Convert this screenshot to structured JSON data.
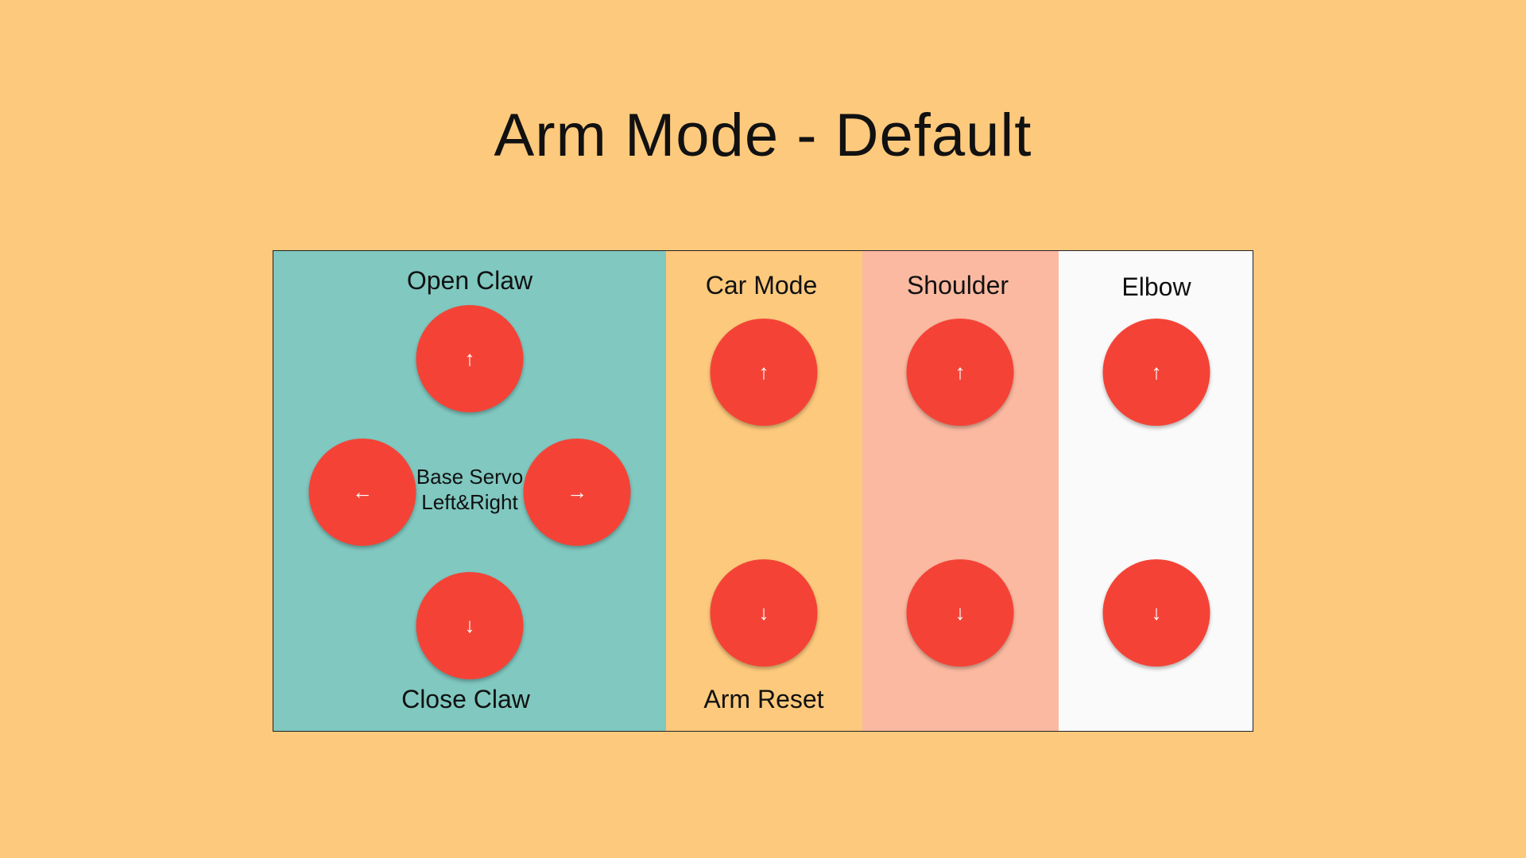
{
  "title": "Arm Mode - Default",
  "colors": {
    "page_background": "#FDC97C",
    "claw_panel": "#80C8C0",
    "car_panel": "#FDC97C",
    "shoulder_panel": "#FBB9A1",
    "elbow_panel": "#FAFAFA",
    "button": "#F44336",
    "arrow": "#FFFFFF"
  },
  "claw_section": {
    "open_label": "Open Claw",
    "close_label": "Close Claw",
    "base_label_line1": "Base Servo",
    "base_label_line2": "Left&Right",
    "up_arrow": "↑",
    "down_arrow": "↓",
    "left_arrow": "←",
    "right_arrow": "→"
  },
  "car_section": {
    "top_label": "Car Mode",
    "bottom_label": "Arm Reset",
    "up_arrow": "↑",
    "down_arrow": "↓"
  },
  "shoulder_section": {
    "label": "Shoulder",
    "up_arrow": "↑",
    "down_arrow": "↓"
  },
  "elbow_section": {
    "label": "Elbow",
    "up_arrow": "↑",
    "down_arrow": "↓"
  },
  "icons": {
    "up": "arrow-up-icon",
    "down": "arrow-down-icon",
    "left": "arrow-left-icon",
    "right": "arrow-right-icon"
  }
}
